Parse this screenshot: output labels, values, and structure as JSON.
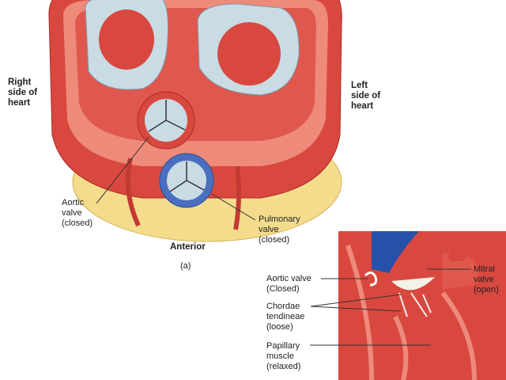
{
  "labels": {
    "right_side": "Right\nside of\nheart",
    "left_side": "Left\nside of\nheart",
    "aortic_valve_a": "Aortic\nvalve\n(closed)",
    "pulmonary_valve": "Pulmonary\nvalve\n(closed)",
    "anterior": "Anterior",
    "panel_a": "(a)",
    "aortic_valve_b": "Aortic valve\n(Closed)",
    "chordae": "Chordae\ntendineae\n(loose)",
    "papillary": "Papillary\nmuscle\n(relaxed)",
    "mitral": "Mitral\nvalve\n(open)"
  },
  "colors": {
    "muscle": "#d9483f",
    "muscle_light": "#ee8a7a",
    "fat": "#f4dc8c",
    "valve": "#c9dbe3",
    "pulmonary_ring": "#4a6fc0",
    "vessel_blue": "#2750a8"
  }
}
